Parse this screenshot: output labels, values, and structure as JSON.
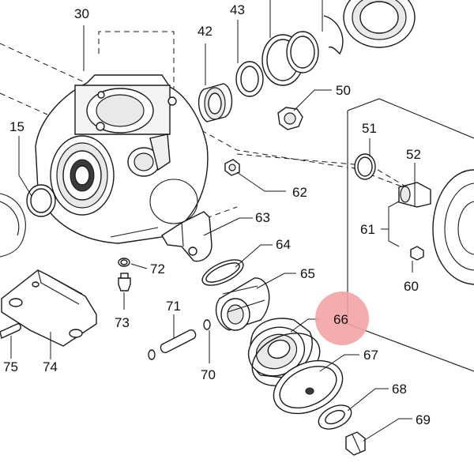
{
  "diagram": {
    "highlight_color": "#f4a3a6",
    "callouts": {
      "c30": "30",
      "c43": "43",
      "c42": "42",
      "c50": "50",
      "c15": "15",
      "c51": "51",
      "c52": "52",
      "c62": "62",
      "c61": "61",
      "c63": "63",
      "c64": "64",
      "c72": "72",
      "c65": "65",
      "c60": "60",
      "c73": "73",
      "c71": "71",
      "c66": "66",
      "c67": "67",
      "c75": "75",
      "c74": "74",
      "c70": "70",
      "c68": "68",
      "c69": "69"
    }
  }
}
